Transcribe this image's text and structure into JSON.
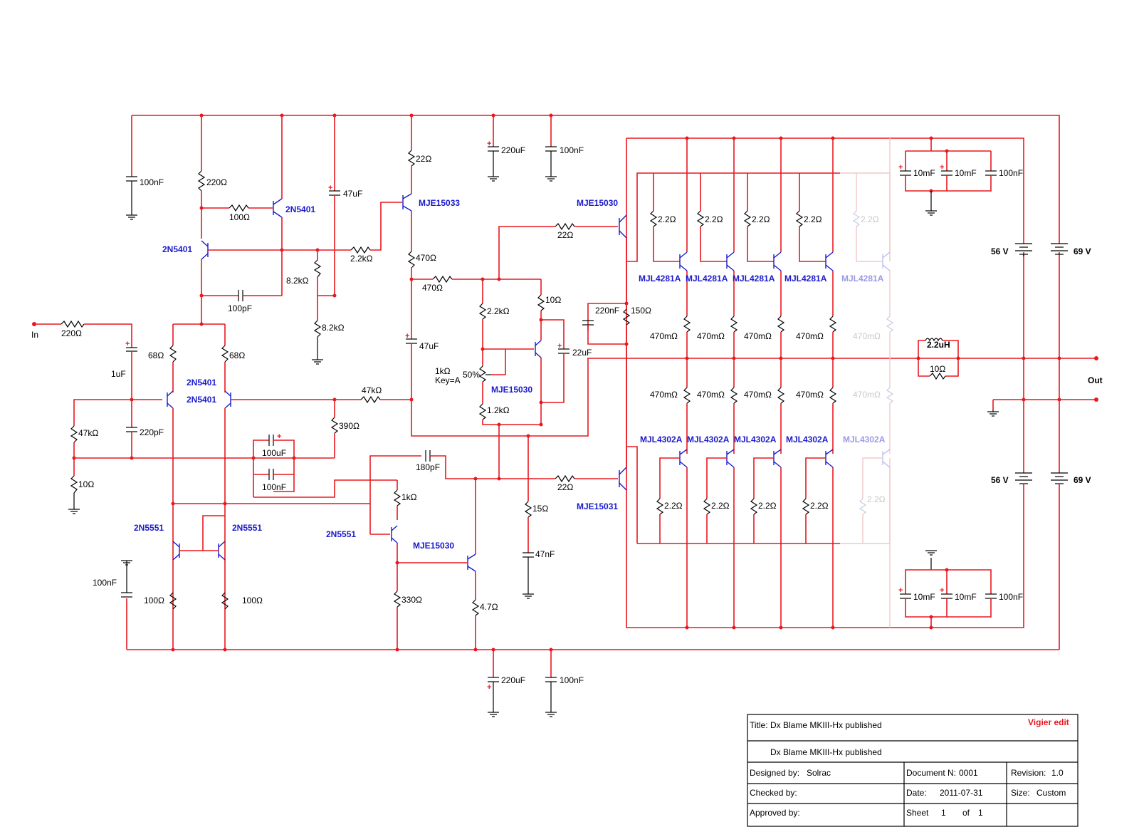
{
  "components": {
    "res_in": "220Ω",
    "c_in": "1uF",
    "c_220p": "220pF",
    "r_47k_l": "47kΩ",
    "r_10": "10Ω",
    "c_100n_tl": "100nF",
    "r_220": "220Ω",
    "r_100_a": "100Ω",
    "q_2n5401_a": "2N5401",
    "q_2n5401_b": "2N5401",
    "c_47u_t": "47uF",
    "r_8k2_a": "8.2kΩ",
    "r_8k2_b": "8.2kΩ",
    "r_2k2_a": "2.2kΩ",
    "c_100p": "100pF",
    "r_68_a": "68Ω",
    "r_68_b": "68Ω",
    "q_diff_a": "2N5401",
    "q_diff_b": "2N5401",
    "r_47k_fb": "47kΩ",
    "r_390": "390Ω",
    "c_100u": "100uF",
    "c_100n_fb": "100nF",
    "q_2n5551_a": "2N5551",
    "q_2n5551_b": "2N5551",
    "r_100_ea": "100Ω",
    "r_100_eb": "100Ω",
    "c_100n_bl": "100nF",
    "r_22_vas": "22Ω",
    "q_mje15033": "MJE15033",
    "r_470_a": "470Ω",
    "r_470_b": "470Ω",
    "c_47u_mid": "47uF",
    "r_2k2_b": "2.2kΩ",
    "r_10_b": "10Ω",
    "pot": "1kΩ",
    "pot_key": "Key=A",
    "pot_pct": "50%",
    "q_mje15030_vbe": "MJE15030",
    "r_1k2": "1.2kΩ",
    "c_22u": "22uF",
    "c_220u_top": "220uF",
    "c_100n_top": "100nF",
    "c_180p": "180pF",
    "q_2n5551_c": "2N5551",
    "r_1k": "1kΩ",
    "q_mje15030_low": "MJE15030",
    "r_330": "330Ω",
    "r_4r7": "4.7Ω",
    "r_15": "15Ω",
    "c_47n": "47nF",
    "c_220u_bot": "220uF",
    "c_100n_bot": "100nF",
    "q_driver_top": "MJE15030",
    "r_22_top": "22Ω",
    "q_driver_bot": "MJE15031",
    "r_22_bot": "22Ω",
    "c_220n": "220nF",
    "r_150": "150Ω",
    "r_base_top": [
      "2.2Ω",
      "2.2Ω",
      "2.2Ω",
      "2.2Ω",
      "2.2Ω"
    ],
    "q_top": [
      "MJL4281A",
      "MJL4281A",
      "MJL4281A",
      "MJL4281A",
      "MJL4281A"
    ],
    "r_emit_top": [
      "470mΩ",
      "470mΩ",
      "470mΩ",
      "470mΩ",
      "470mΩ"
    ],
    "r_emit_bot": [
      "470mΩ",
      "470mΩ",
      "470mΩ",
      "470mΩ",
      "470mΩ"
    ],
    "q_bot": [
      "MJL4302A",
      "MJL4302A",
      "MJL4302A",
      "MJL4302A",
      "MJL4302A"
    ],
    "r_base_bot": [
      "2.2Ω",
      "2.2Ω",
      "2.2Ω",
      "2.2Ω",
      "2.2Ω"
    ],
    "c_10mF_ta": "10mF",
    "c_10mF_tb": "10mF",
    "c_100nF_tr": "100nF",
    "c_10mF_ba": "10mF",
    "c_10mF_bb": "10mF",
    "c_100nF_br": "100nF",
    "bat_56_top": "56 V",
    "bat_69_top": "69 V",
    "bat_56_bot": "56 V",
    "bat_69_bot": "69 V",
    "ind": "2.2uH",
    "r_zobel": "10Ω"
  },
  "ports": {
    "in": "In",
    "out": "Out"
  },
  "title_block": {
    "title_label": "Title:",
    "title": "Dx Blame MKIII-Hx published",
    "subtitle": "Dx Blame MKIII-Hx published",
    "tag": "Vigier edit",
    "designed_label": "Designed by:",
    "designed_value": "Solrac",
    "document_label": "Document N:",
    "document_value": "0001",
    "revision_label": "Revision:",
    "revision_value": "1.0",
    "checked_label": "Checked by:",
    "date_label": "Date:",
    "date_value": "2011-07-31",
    "size_label": "Size:",
    "size_value": "Custom",
    "approved_label": "Approved by:",
    "sheet_label": "Sheet",
    "sheet_value": "1",
    "of_label": "of",
    "of_value": "1"
  },
  "colors": {
    "wire": "#e8181f",
    "part_name": "#1a1acc",
    "component": "#000000",
    "faded": "#c8c8c8"
  }
}
